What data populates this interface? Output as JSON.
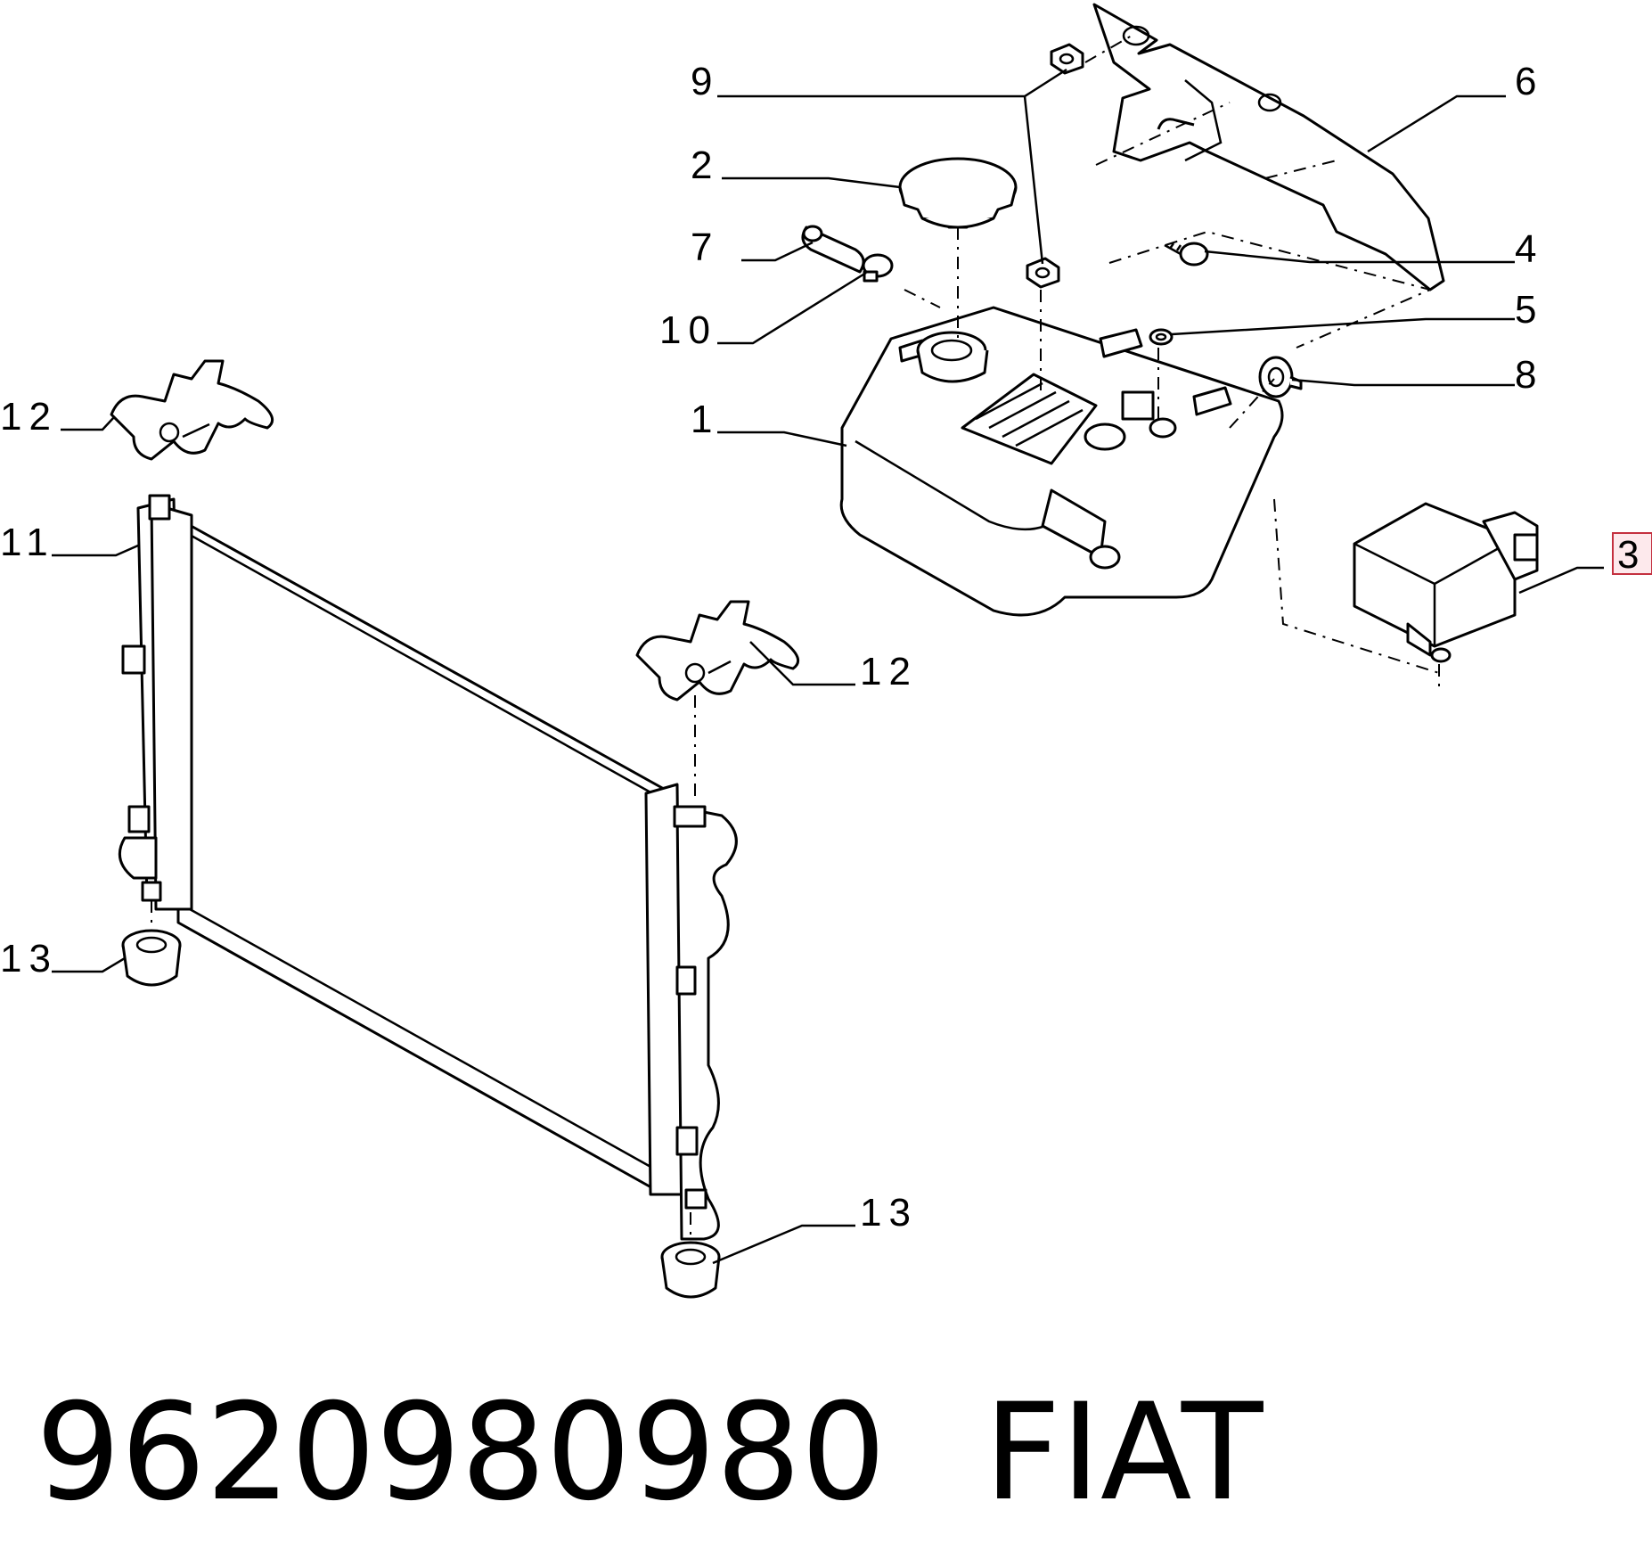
{
  "callouts": [
    {
      "id": "1",
      "text": "1"
    },
    {
      "id": "2",
      "text": "2"
    },
    {
      "id": "3",
      "text": "3",
      "highlighted": true
    },
    {
      "id": "4",
      "text": "4"
    },
    {
      "id": "5",
      "text": "5"
    },
    {
      "id": "6",
      "text": "6"
    },
    {
      "id": "7",
      "text": "7"
    },
    {
      "id": "8",
      "text": "8"
    },
    {
      "id": "9",
      "text": "9"
    },
    {
      "id": "10",
      "text": "10"
    },
    {
      "id": "11",
      "text": "11"
    },
    {
      "id": "12a",
      "text": "12"
    },
    {
      "id": "12b",
      "text": "12"
    },
    {
      "id": "13a",
      "text": "13"
    },
    {
      "id": "13b",
      "text": "13"
    }
  ],
  "caption": {
    "part_number": "9620980980",
    "brand": "FIAT"
  },
  "colors": {
    "line": "#000000",
    "background": "#ffffff",
    "highlight_border": "#c4303f",
    "highlight_fill": "#fde9ec"
  }
}
